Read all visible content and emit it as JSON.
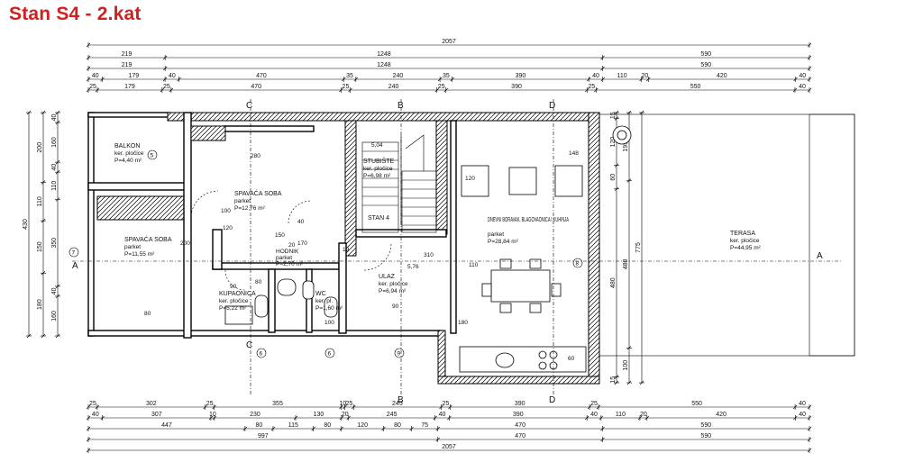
{
  "title": "Stan S4 - 2.kat",
  "colors": {
    "title": "#d21f1f",
    "lines": "#000000"
  },
  "dims_top": [
    [
      "2057"
    ],
    [
      "219",
      "1248",
      "590"
    ],
    [
      "219",
      "1248",
      "590"
    ],
    [
      "40",
      "179",
      "40",
      "470",
      "35",
      "240",
      "35",
      "390",
      "40",
      "110",
      "20",
      "420",
      "40"
    ],
    [
      "25",
      "179",
      "25",
      "470",
      "25",
      "240",
      "25",
      "390",
      "25",
      "550",
      "40"
    ]
  ],
  "dims_bottom": [
    [
      "25",
      "302",
      "25",
      "355",
      "10",
      "25",
      "245",
      "25",
      "390",
      "25",
      "550",
      "40"
    ],
    [
      "40",
      "307",
      "10",
      "230",
      "130",
      "20",
      "245",
      "40",
      "390",
      "40",
      "110",
      "20",
      "420",
      "40"
    ],
    [
      "447",
      "80",
      "115",
      "80",
      "120",
      "80",
      "75",
      "470",
      "590"
    ],
    [
      "997",
      "470",
      "590"
    ],
    [
      "2057"
    ]
  ],
  "dims_left": [
    [
      "430"
    ],
    [
      "200",
      "110",
      "150",
      "180"
    ],
    [
      "40",
      "160",
      "40",
      "110",
      "350",
      "40",
      "160"
    ]
  ],
  "dims_right": [
    [
      "775"
    ],
    [
      "195",
      "480",
      "100"
    ],
    [
      "15",
      "120",
      "60",
      "480",
      "15"
    ]
  ],
  "section_markers": [
    "A",
    "A",
    "B",
    "B",
    "C",
    "C",
    "D",
    "D"
  ],
  "axis_markers": [
    "5",
    "6",
    "6",
    "7",
    "8",
    "9"
  ],
  "rooms": [
    {
      "name": "BALKON",
      "floor": "ker. pločice",
      "area": "P=4,40 m²"
    },
    {
      "name": "SPAVAĆA SOBA",
      "floor": "parket",
      "area": "P=12,76 m²"
    },
    {
      "name": "STUBIŠTE",
      "floor": "ker. pločice",
      "area": "P=6,98 m²"
    },
    {
      "name": "STAN 4",
      "floor": "",
      "area": ""
    },
    {
      "name": "SPAVAĆA SOBA",
      "floor": "parket",
      "area": "P=11,55 m²"
    },
    {
      "name": "HODNIK",
      "floor": "parket",
      "area": "P=2,70 m²"
    },
    {
      "name": "KUPAONICA",
      "floor": "ker. pločice",
      "area": "P=5,22 m²"
    },
    {
      "name": "WC",
      "floor": "ker. pl.",
      "area": "P=1,60 m²"
    },
    {
      "name": "ULAZ",
      "floor": "ker. pločice",
      "area": "P=6,94 m²"
    },
    {
      "name": "DNEVNI BORAVAK, BLAGOVAONICA I KUHINJA",
      "floor": "parket",
      "area": "P=28,84 m²"
    },
    {
      "name": "TERASA",
      "floor": "ker. pločice",
      "area": "P=44,95 m²"
    }
  ],
  "annotations": [
    "5,04",
    "5,76",
    "280",
    "170",
    "310",
    "200",
    "120",
    "90",
    "60",
    "120",
    "148",
    "100",
    "40",
    "110",
    "180",
    "20",
    "19",
    "150",
    "80",
    "90",
    "80",
    "100"
  ]
}
